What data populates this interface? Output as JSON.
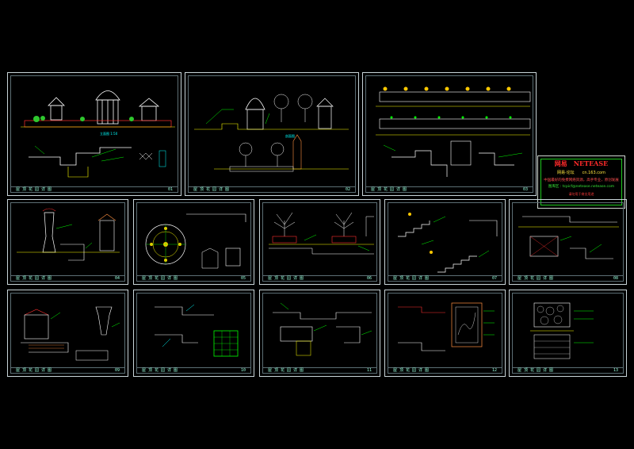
{
  "colors": {
    "background": "#000000",
    "frame": "#c8d4d8",
    "cad_cyan": "#00ffff",
    "cad_green": "#00ff00",
    "cad_yellow": "#ffff00",
    "cad_red": "#ff3030",
    "cad_white": "#ffffff"
  },
  "sheets": [
    {
      "id": "s1",
      "title": "屋 顶 花 园 详 图",
      "num": "01"
    },
    {
      "id": "s2",
      "title": "屋 顶 花 园 详 图",
      "num": "02"
    },
    {
      "id": "s3",
      "title": "屋 顶 花 园 详 图",
      "num": "03"
    },
    {
      "id": "s4",
      "title": "屋 顶 花 园 详 图",
      "num": "04"
    },
    {
      "id": "s5",
      "title": "屋 顶 花 园 详 图",
      "num": "05"
    },
    {
      "id": "s6",
      "title": "屋 顶 花 园 详 图",
      "num": "06"
    },
    {
      "id": "s7",
      "title": "屋 顶 花 园 详 图",
      "num": "07"
    },
    {
      "id": "s8",
      "title": "屋 顶 花 园 详 图",
      "num": "08"
    },
    {
      "id": "s9",
      "title": "屋 顶 花 园 详 图",
      "num": "09"
    },
    {
      "id": "s10",
      "title": "屋 顶 花 园 详 图",
      "num": "10"
    },
    {
      "id": "s11",
      "title": "屋 顶 花 园 详 图",
      "num": "11"
    },
    {
      "id": "s12",
      "title": "屋 顶 花 园 详 图",
      "num": "12"
    },
    {
      "id": "s13",
      "title": "屋 顶 花 园 详 图",
      "num": "13"
    }
  ],
  "banner": {
    "brand": "网易　NETEASE",
    "line1": "网易·论坛　　cn.163.com",
    "line2": "中国最好的免费网络资源，高手专业，原创发展",
    "line3": "图库区 : tcpicf@netease.netease.com",
    "line4": "请勿用于商业用途"
  }
}
